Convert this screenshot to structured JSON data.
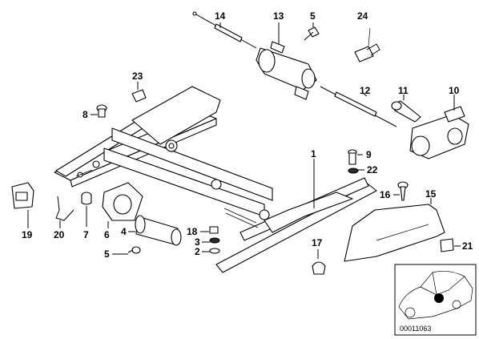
{
  "part_numbers": [
    "14",
    "13",
    "5",
    "24",
    "23",
    "12",
    "11",
    "10",
    "8",
    "9",
    "22",
    "1",
    "16",
    "15",
    "19",
    "20",
    "7",
    "6",
    "4",
    "18",
    "3",
    "2",
    "5",
    "17",
    "21"
  ],
  "inset": {
    "code": "00011063"
  },
  "icons": [
    "seat-frame-icon",
    "motor-icon",
    "cable-icon",
    "screw-icon",
    "car-thumbnail-icon"
  ]
}
